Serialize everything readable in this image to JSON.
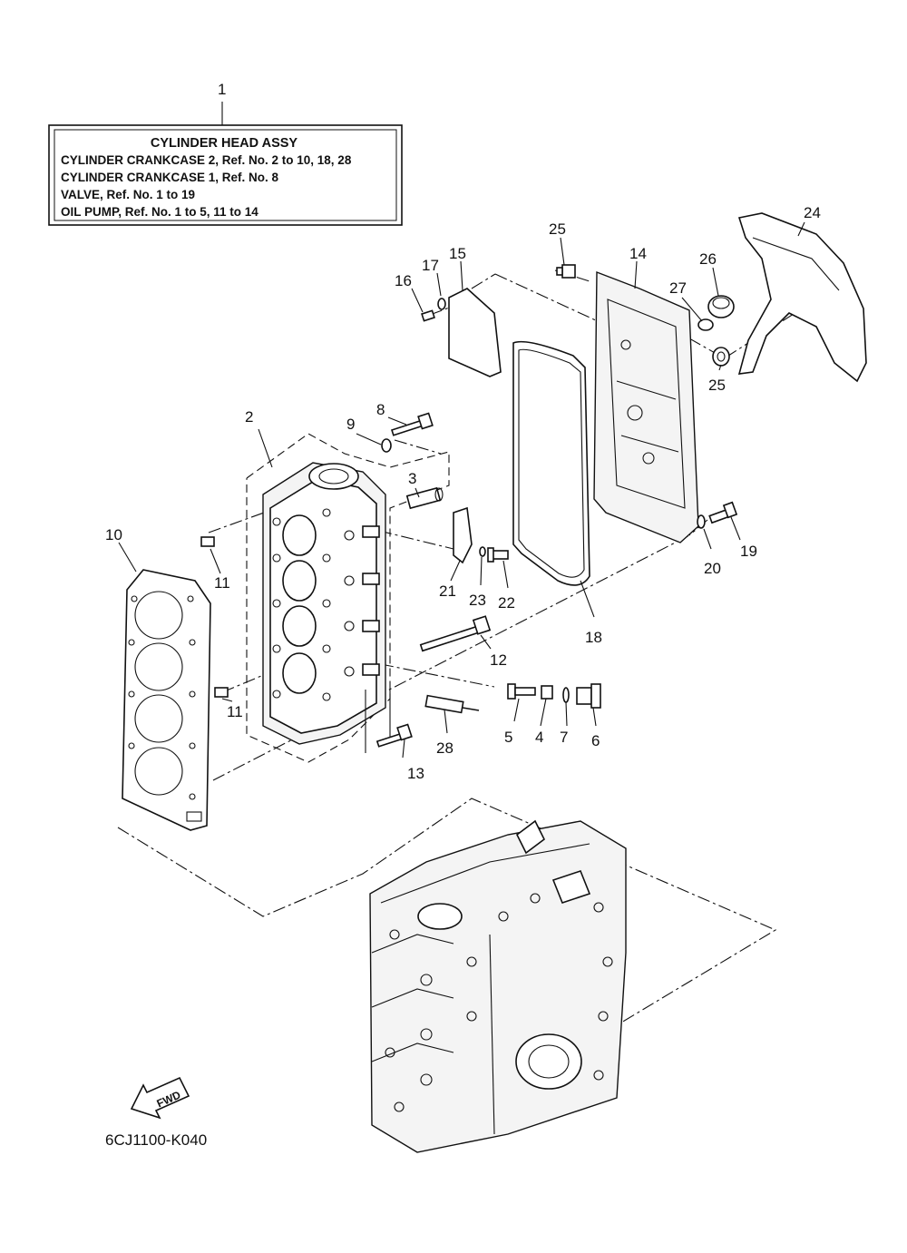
{
  "legend": {
    "ref_number": "1",
    "title": "CYLINDER HEAD ASSY",
    "lines": [
      "CYLINDER CRANKCASE 2,  Ref. No. 2 to 10, 18, 28",
      "CYLINDER CRANKCASE 1,  Ref. No. 8",
      "VALVE,  Ref. No. 1 to 19",
      "OIL PUMP,  Ref. No. 1 to 5, 11 to 14"
    ]
  },
  "callouts": {
    "c2": "2",
    "c3": "3",
    "c4": "4",
    "c5": "5",
    "c6": "6",
    "c7": "7",
    "c8": "8",
    "c9": "9",
    "c10": "10",
    "c11a": "11",
    "c11b": "11",
    "c12": "12",
    "c13": "13",
    "c14": "14",
    "c15": "15",
    "c16": "16",
    "c17": "17",
    "c18": "18",
    "c19": "19",
    "c20": "20",
    "c21": "21",
    "c22": "22",
    "c23": "23",
    "c24": "24",
    "c25a": "25",
    "c25b": "25",
    "c26": "26",
    "c27": "27",
    "c28": "28"
  },
  "direction_badge": "FWD",
  "drawing_code": "6CJ1100-K040"
}
